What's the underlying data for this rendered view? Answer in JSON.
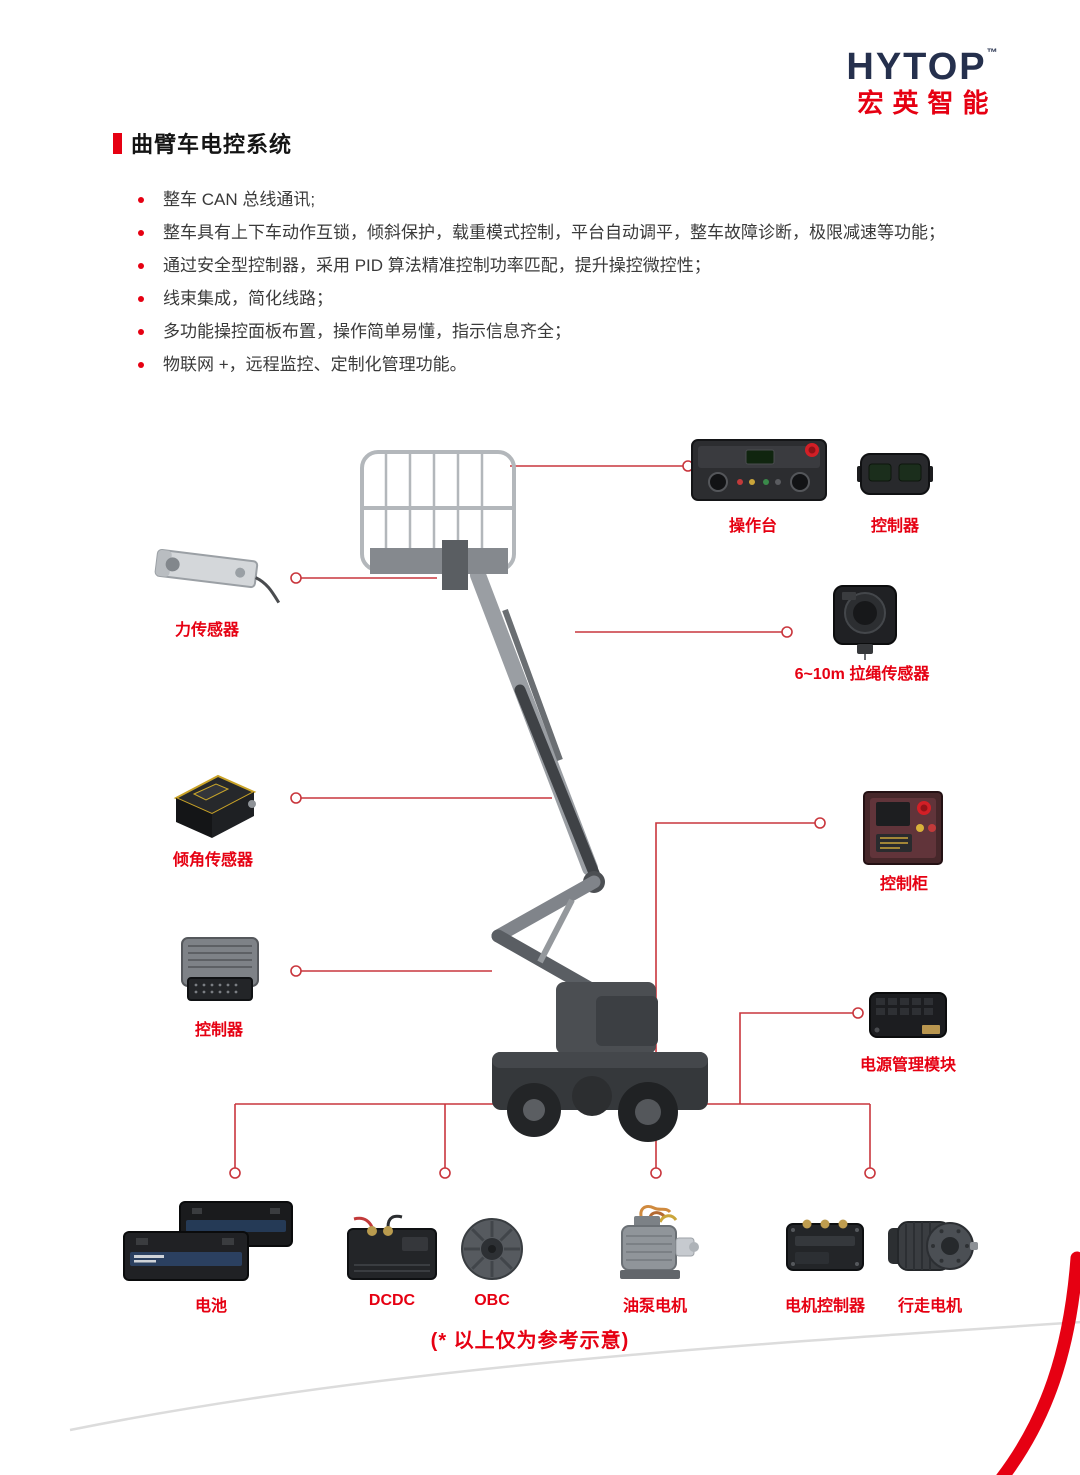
{
  "logo": {
    "brand": "HYTOP",
    "trademark": "™",
    "subtitle": "宏英智能"
  },
  "title": "曲臂车电控系统",
  "features": [
    "整车 CAN 总线通讯;",
    "整车具有上下车动作互锁，倾斜保护，载重模式控制，平台自动调平，整车故障诊断，极限减速等功能；",
    "通过安全型控制器，采用 PID 算法精准控制功率匹配，提升操控微控性；",
    "线束集成，简化线路；",
    "多功能操控面板布置，操作简单易懂，指示信息齐全；",
    "物联网 +，远程监控、定制化管理功能。"
  ],
  "components": {
    "console": {
      "label": "操作台"
    },
    "controller_top": {
      "label": "控制器"
    },
    "force_sensor": {
      "label": "力传感器"
    },
    "rope_sensor": {
      "label": "6~10m 拉绳传感器"
    },
    "tilt_sensor": {
      "label": "倾角传感器"
    },
    "control_cabinet": {
      "label": "控制柜"
    },
    "controller_left": {
      "label": "控制器"
    },
    "power_module": {
      "label": "电源管理模块"
    },
    "battery": {
      "label": "电池"
    },
    "dcdc": {
      "label": "DCDC"
    },
    "obc": {
      "label": "OBC"
    },
    "pump_motor": {
      "label": "油泵电机"
    },
    "motor_controller": {
      "label": "电机控制器"
    },
    "travel_motor": {
      "label": "行走电机"
    }
  },
  "footnote": "(* 以上仅为参考示意)",
  "colors": {
    "accent": "#e60012",
    "logo_navy": "#25304d",
    "callout": "#c9363d",
    "text": "#3a3a3a"
  }
}
